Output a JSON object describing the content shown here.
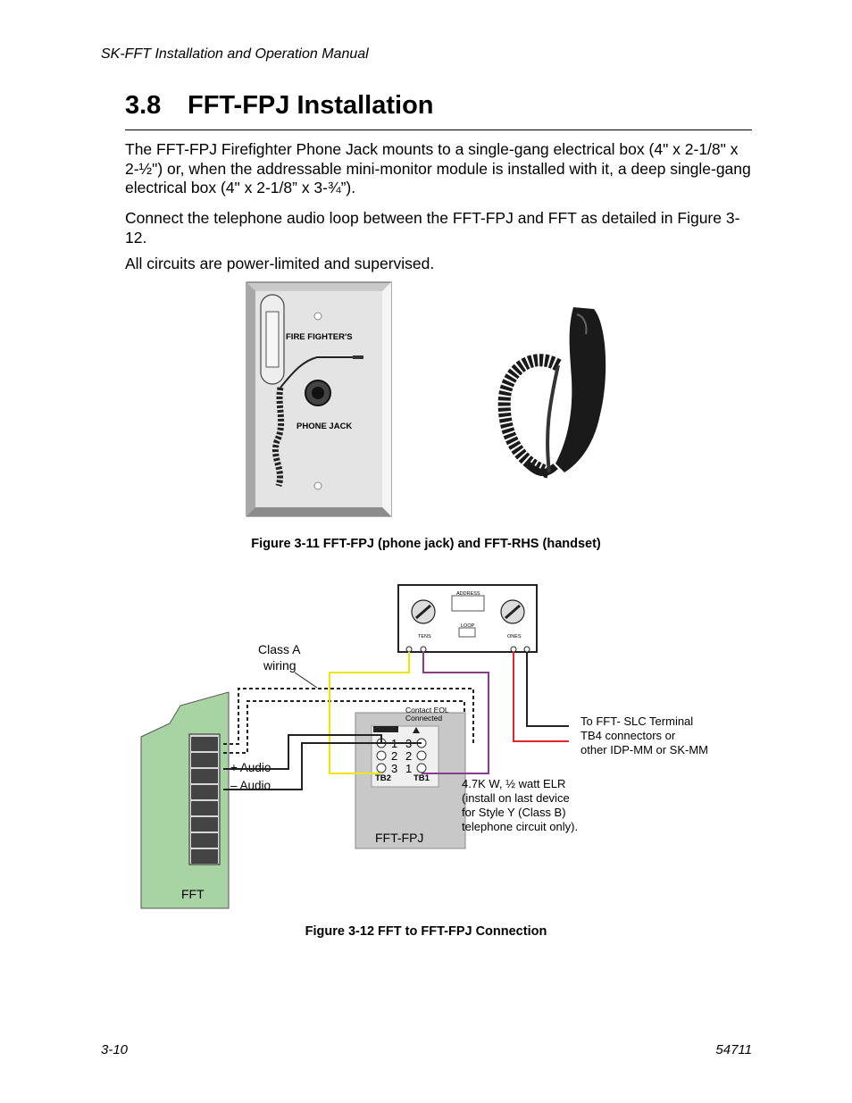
{
  "header": {
    "manual_title": "SK-FFT Installation and Operation Manual"
  },
  "section": {
    "number": "3.8",
    "title": "FFT-FPJ Installation"
  },
  "body": {
    "paragraph1": "The FFT-FPJ Firefighter Phone Jack mounts to a single-gang electrical box (4\" x 2-1/8\" x 2-½\") or, when the addressable mini-monitor module is installed with it, a deep single-gang electrical box (4\" x 2-1/8” x 3-¾”).",
    "paragraph2": "Connect the telephone audio loop between the FFT-FPJ and FFT as detailed in Figure 3-12.",
    "paragraph3": "All circuits are power-limited and supervised."
  },
  "figure1": {
    "plate_text_top": "FIRE  FIGHTER'S",
    "plate_text_bottom": "PHONE  JACK",
    "caption": "Figure 3-11  FFT-FPJ (phone jack) and FFT-RHS (handset)"
  },
  "figure2": {
    "class_a_line1": "Class A",
    "class_a_line2": "wiring",
    "contact_eol_line1": "Contact EOL",
    "contact_eol_line2": "Connected",
    "plus_audio": "+ Audio",
    "minus_audio": "– Audio",
    "fft_label": "FFT",
    "fpj_label": "FFT-FPJ",
    "tb2": "TB2",
    "tb1": "TB1",
    "module_address": "ADDRESS",
    "module_loop": "LOOP",
    "module_tens": "TENS",
    "module_ones": "ONES",
    "to_fft_line1": "To FFT- SLC Terminal",
    "to_fft_line2": "TB4 connectors or",
    "to_fft_line3": "other IDP-MM or SK-MM",
    "elr_line1": "4.7K W, ½ watt ELR",
    "elr_line2": "(install on last device",
    "elr_line3": "for Style Y (Class B)",
    "elr_line4": "telephone circuit only).",
    "caption": "Figure 3-12  FFT to FFT-FPJ Connection"
  },
  "colors": {
    "wire_yellow": "#f2e600",
    "wire_purple": "#8a3a8f",
    "wire_red": "#e8232a",
    "panel_green": "#a8d4a4",
    "fpj_gray": "#c8c8c8"
  },
  "footer": {
    "page_number": "3-10",
    "doc_number": "54711"
  }
}
